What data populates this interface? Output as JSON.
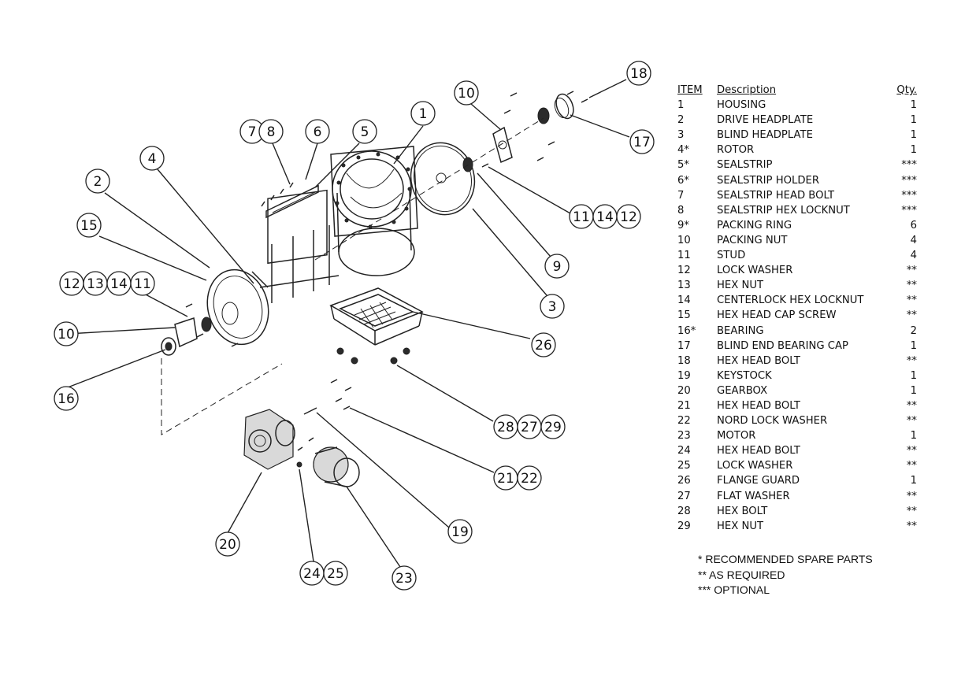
{
  "callouts": {
    "c1": "1",
    "c2": "2",
    "c3": "3",
    "c4": "4",
    "c5": "5",
    "c6": "6",
    "c7": "7",
    "c8": "8",
    "c9": "9",
    "c10a": "10",
    "c10b": "10",
    "c11a": "11",
    "c14a": "14",
    "c12a": "12",
    "c12b": "12",
    "c13b": "13",
    "c14b": "14",
    "c11b": "11",
    "c15": "15",
    "c16": "16",
    "c17": "17",
    "c18": "18",
    "c19": "19",
    "c20": "20",
    "c21": "21",
    "c22": "22",
    "c23": "23",
    "c24": "24",
    "c25": "25",
    "c26": "26",
    "c27": "27",
    "c28": "28",
    "c29": "29"
  },
  "parts_table": {
    "header": {
      "item": "ITEM",
      "description": "Description",
      "qty": "Qty."
    },
    "rows": [
      {
        "item": "1",
        "description": "HOUSING",
        "qty": "1"
      },
      {
        "item": "2",
        "description": "DRIVE HEADPLATE",
        "qty": "1"
      },
      {
        "item": "3",
        "description": "BLIND HEADPLATE",
        "qty": "1"
      },
      {
        "item": "4*",
        "description": "ROTOR",
        "qty": "1"
      },
      {
        "item": "5*",
        "description": "SEALSTRIP",
        "qty": "***"
      },
      {
        "item": "6*",
        "description": "SEALSTRIP HOLDER",
        "qty": "***"
      },
      {
        "item": "7",
        "description": "SEALSTRIP HEAD BOLT",
        "qty": "***"
      },
      {
        "item": "8",
        "description": "SEALSTRIP HEX LOCKNUT",
        "qty": "***"
      },
      {
        "item": "9*",
        "description": "PACKING RING",
        "qty": "6"
      },
      {
        "item": "10",
        "description": "PACKING NUT",
        "qty": "4"
      },
      {
        "item": "11",
        "description": "STUD",
        "qty": "4"
      },
      {
        "item": "12",
        "description": "LOCK WASHER",
        "qty": "**"
      },
      {
        "item": "13",
        "description": "HEX NUT",
        "qty": "**"
      },
      {
        "item": "14",
        "description": "CENTERLOCK HEX LOCKNUT",
        "qty": "**"
      },
      {
        "item": "15",
        "description": "HEX HEAD CAP SCREW",
        "qty": "**"
      },
      {
        "item": "16*",
        "description": "BEARING",
        "qty": "2"
      },
      {
        "item": "17",
        "description": "BLIND END BEARING CAP",
        "qty": "1"
      },
      {
        "item": "18",
        "description": "HEX HEAD BOLT",
        "qty": "**"
      },
      {
        "item": "19",
        "description": "KEYSTOCK",
        "qty": "1"
      },
      {
        "item": "20",
        "description": "GEARBOX",
        "qty": "1"
      },
      {
        "item": "21",
        "description": "HEX HEAD BOLT",
        "qty": "**"
      },
      {
        "item": "22",
        "description": "NORD LOCK WASHER",
        "qty": "**"
      },
      {
        "item": "23",
        "description": "MOTOR",
        "qty": "1"
      },
      {
        "item": "24",
        "description": "HEX HEAD BOLT",
        "qty": "**"
      },
      {
        "item": "25",
        "description": "LOCK WASHER",
        "qty": "**"
      },
      {
        "item": "26",
        "description": "FLANGE GUARD",
        "qty": "1"
      },
      {
        "item": "27",
        "description": "FLAT WASHER",
        "qty": "**"
      },
      {
        "item": "28",
        "description": "HEX BOLT",
        "qty": "**"
      },
      {
        "item": "29",
        "description": "HEX NUT",
        "qty": "**"
      }
    ]
  },
  "notes": {
    "line1": "* RECOMMENDED SPARE PARTS",
    "line2": "** AS REQUIRED",
    "line3": "*** OPTIONAL"
  }
}
